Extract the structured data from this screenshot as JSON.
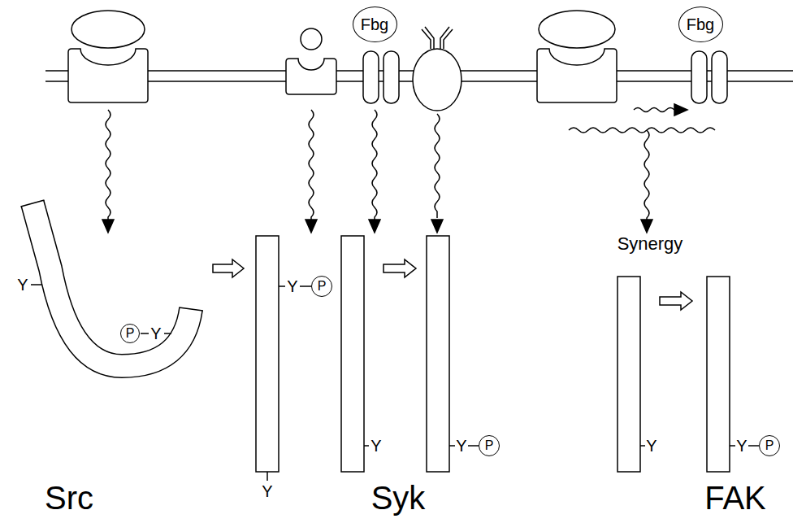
{
  "diagram": {
    "nodes": [
      {
        "text": [
          "Fbg"
        ]
      },
      {
        "text": [
          "Fbg"
        ]
      },
      {
        "text": [
          "P"
        ]
      },
      {
        "text": [
          "P"
        ]
      },
      {
        "text": [
          "P"
        ]
      },
      {
        "text": [
          "P"
        ]
      }
    ],
    "labels": [
      "Synergy",
      "Y",
      "Y",
      "Y",
      "Y",
      "Y",
      "Y",
      "Y",
      "Y",
      "Src",
      "Syk",
      "FAK"
    ]
  }
}
